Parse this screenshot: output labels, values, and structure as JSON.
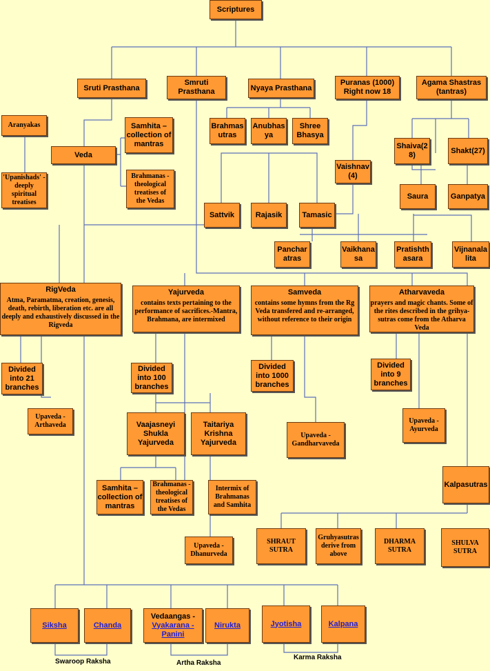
{
  "nodes": {
    "scriptures": "Scriptures",
    "sruti": "Sruti Prasthana",
    "smruti": "Smruti\nPrasthana",
    "nyaya": "Nyaya Prasthana",
    "puranas": "Puranas (1000)\nRight now 18",
    "agama": "Agama Shastras\n(tantras)",
    "aranyakas": "Aranyakas",
    "samhita_top": "Samhita –\ncollection of\nmantras",
    "veda": "Veda",
    "upanishads": "'Upanishads' -\ndeeply\nspiritual\ntreatises",
    "brahmanas_top": "Brahmanas -\ntheological\ntreatises of\nthe Vedas",
    "brahmasutras": "Brahmas\nutras",
    "anubhasya": "Anubhas\nya",
    "shreebhasya": "Shree\nBhasya",
    "shaiva": "Shaiva(2\n8)",
    "shakt": "Shakt(27)",
    "vaishnav": "Vaishnav\n(4)",
    "saura": "Saura",
    "ganpatya": "Ganpatya",
    "sattvik": "Sattvik",
    "rajasik": "Rajasik",
    "tamasic": "Tamasic",
    "pancharatras": "Panchar\natras",
    "vaikhanasa": "Vaikhana\nsa",
    "pratishthasara": "Pratishth\nasara",
    "vijnanalalita": "Vijnanala\nlita",
    "rigveda_title": "RigVeda",
    "rigveda_desc": "Atma, Paramatma, creation, genesis, death, rebirth, liberation etc. are all deeply and exhaustively discussed in the Rigveda",
    "yajurveda_title": "Yajurveda",
    "yajurveda_desc": "contains texts pertaining to the performance of sacrifices.-Mantra, Brahmana, are intermixed",
    "samveda_title": "Samveda",
    "samveda_desc": "contains some hymns from the Rg Veda transfered and re-arranged, without reference to their origin",
    "atharvaveda_title": "Atharvaveda",
    "atharvaveda_desc": "prayers and magic chants. Some of the rites described in the grihya-sutras come from the Atharva Veda",
    "rig_divided": "Divided\ninto 21\nbranches",
    "yajur_divided": "Divided\ninto 100\nbranches",
    "sam_divided": "Divided\ninto 1000\nbranches",
    "ath_divided": "Divided\ninto 9\nbranches",
    "arthaveda": "Upaveda -\nArthaveda",
    "gandharvaveda": "Upaveda -\nGandharvaveda",
    "ayurveda": "Upaveda -\nAyurveda",
    "vaajasneyi": "Vaajasneyi\nShukla\nYajurveda",
    "taitariya": "Taitariya\nKrishna\nYajurveda",
    "samhita_bottom": "Samhita –\ncollection of\nmantras",
    "brahmanas_bottom": "Brahmanas -\ntheological\ntreatises of\nthe Vedas",
    "intermix": "Intermix of\nBrahmanas\nand Samhita",
    "dhanurveda": "Upaveda -\nDhanurveda",
    "kalpasutras": "Kalpasutras",
    "shraut": "SHRAUT\nSUTRA",
    "gruhya": "Gruhyasutras\nderive from\nabove",
    "dharma": "DHARMA\nSUTRA",
    "shulva": "SHULVA\nSUTRA",
    "siksha": "Siksha",
    "chanda": "Chanda",
    "vedaangas_label": "Vedaangas -",
    "vyakarana": "Vyakarana -\nPanini",
    "nirukta": "Nirukta",
    "jyotisha": "Jyotisha",
    "kalpana": "Kalpana"
  },
  "captions": {
    "swaroop": "Swaroop Raksha",
    "artha": "Artha Raksha",
    "karma": "Karma Raksha"
  },
  "colors": {
    "background": "#ffffcc",
    "box_fill": "#ff9933",
    "connector": "#5a6fb8",
    "link": "#1f1fd6"
  }
}
